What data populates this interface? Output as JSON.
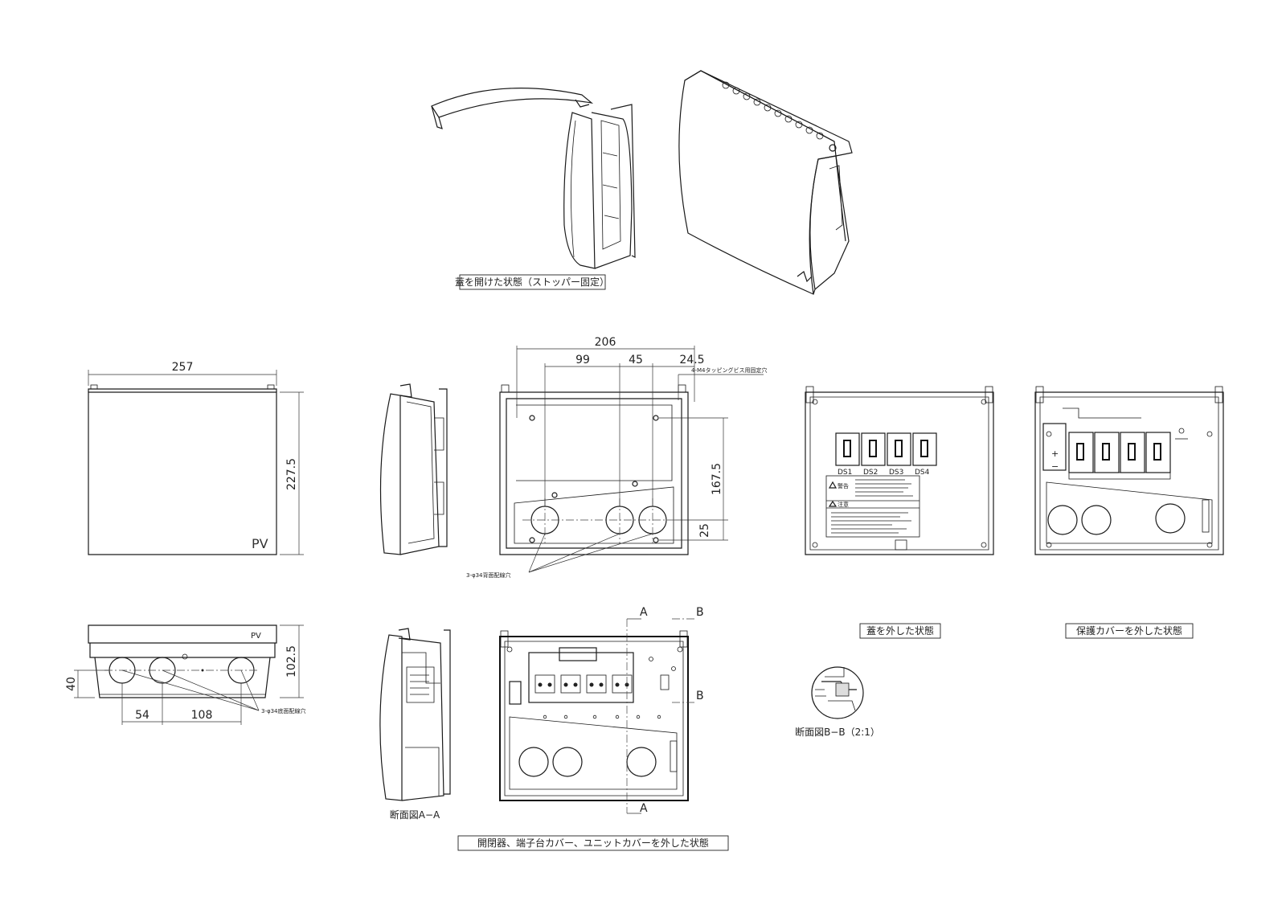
{
  "captions": {
    "open_lid": "蓋を開けた状態（ストッパー固定）",
    "lid_removed": "蓋を外した状態",
    "cover_removed": "保護カバーを外した状態",
    "units_removed": "開閉器、端子台カバー、ユニットカバーを外した状態",
    "section_aa": "断面図A−A",
    "section_bb": "断面図B−B（2:1）"
  },
  "dimensions": {
    "width_257": "257",
    "height_2275": "227.5",
    "depth_1025": "102.5",
    "base_40": "40",
    "hole_54": "54",
    "hole_108": "108",
    "mount_206": "206",
    "mount_99": "99",
    "mount_45": "45",
    "mount_245": "24.5",
    "mount_1675": "167.5",
    "mount_25": "25"
  },
  "notes": {
    "tapping_screw": "4-M4タッピングビス用固定穴",
    "back_holes": "3-φ34背面配線穴",
    "bottom_holes": "3-φ34底面配線穴"
  },
  "section_marks": {
    "a": "A",
    "b": "B"
  },
  "switch_labels": [
    "DS1",
    "DS2",
    "DS3",
    "DS4"
  ],
  "labels": {
    "warning": "警告",
    "caution": "注意",
    "logo": "PV",
    "plus": "+",
    "minus": "−"
  }
}
